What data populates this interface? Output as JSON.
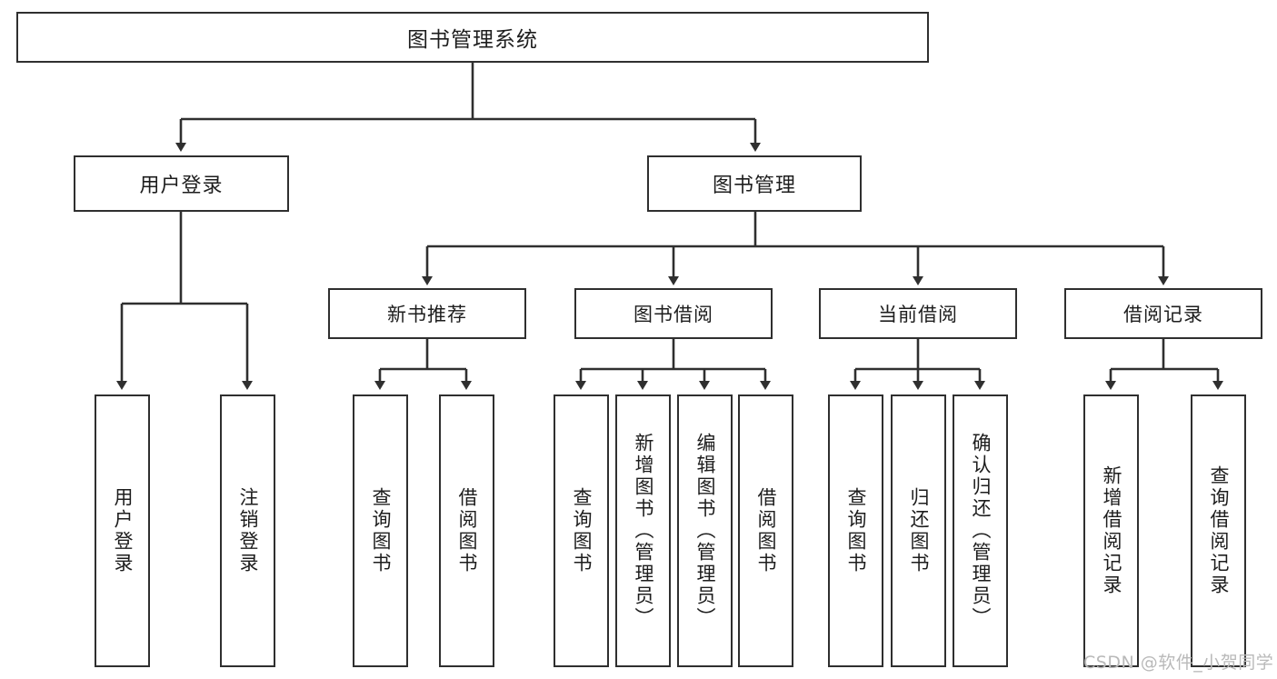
{
  "diagram": {
    "title": "图书管理系统",
    "root": {
      "label": "图书管理系统"
    },
    "level2": [
      {
        "label": "用户登录"
      },
      {
        "label": "图书管理"
      }
    ],
    "level3": [
      {
        "label": "新书推荐"
      },
      {
        "label": "图书借阅"
      },
      {
        "label": "当前借阅"
      },
      {
        "label": "借阅记录"
      }
    ],
    "leaves": {
      "user_login": [
        {
          "label": "用户登录"
        },
        {
          "label": "注销登录"
        }
      ],
      "new_book_recommend": [
        {
          "label": "查询图书"
        },
        {
          "label": "借阅图书"
        }
      ],
      "book_borrow": [
        {
          "label": "查询图书"
        },
        {
          "label": "新增图书（管理员）"
        },
        {
          "label": "编辑图书（管理员）"
        },
        {
          "label": "借阅图书"
        }
      ],
      "current_borrow": [
        {
          "label": "查询图书"
        },
        {
          "label": "归还图书"
        },
        {
          "label": "确认归还（管理员）"
        }
      ],
      "borrow_record": [
        {
          "label": "新增借阅记录"
        },
        {
          "label": "查询借阅记录"
        }
      ]
    }
  },
  "watermark": {
    "text": "CSDN @软件_小贺同学"
  },
  "colors": {
    "border": "#2f2f2f",
    "background": "#ffffff",
    "text": "#1d1d1d",
    "watermark": "#b9b9b9"
  }
}
